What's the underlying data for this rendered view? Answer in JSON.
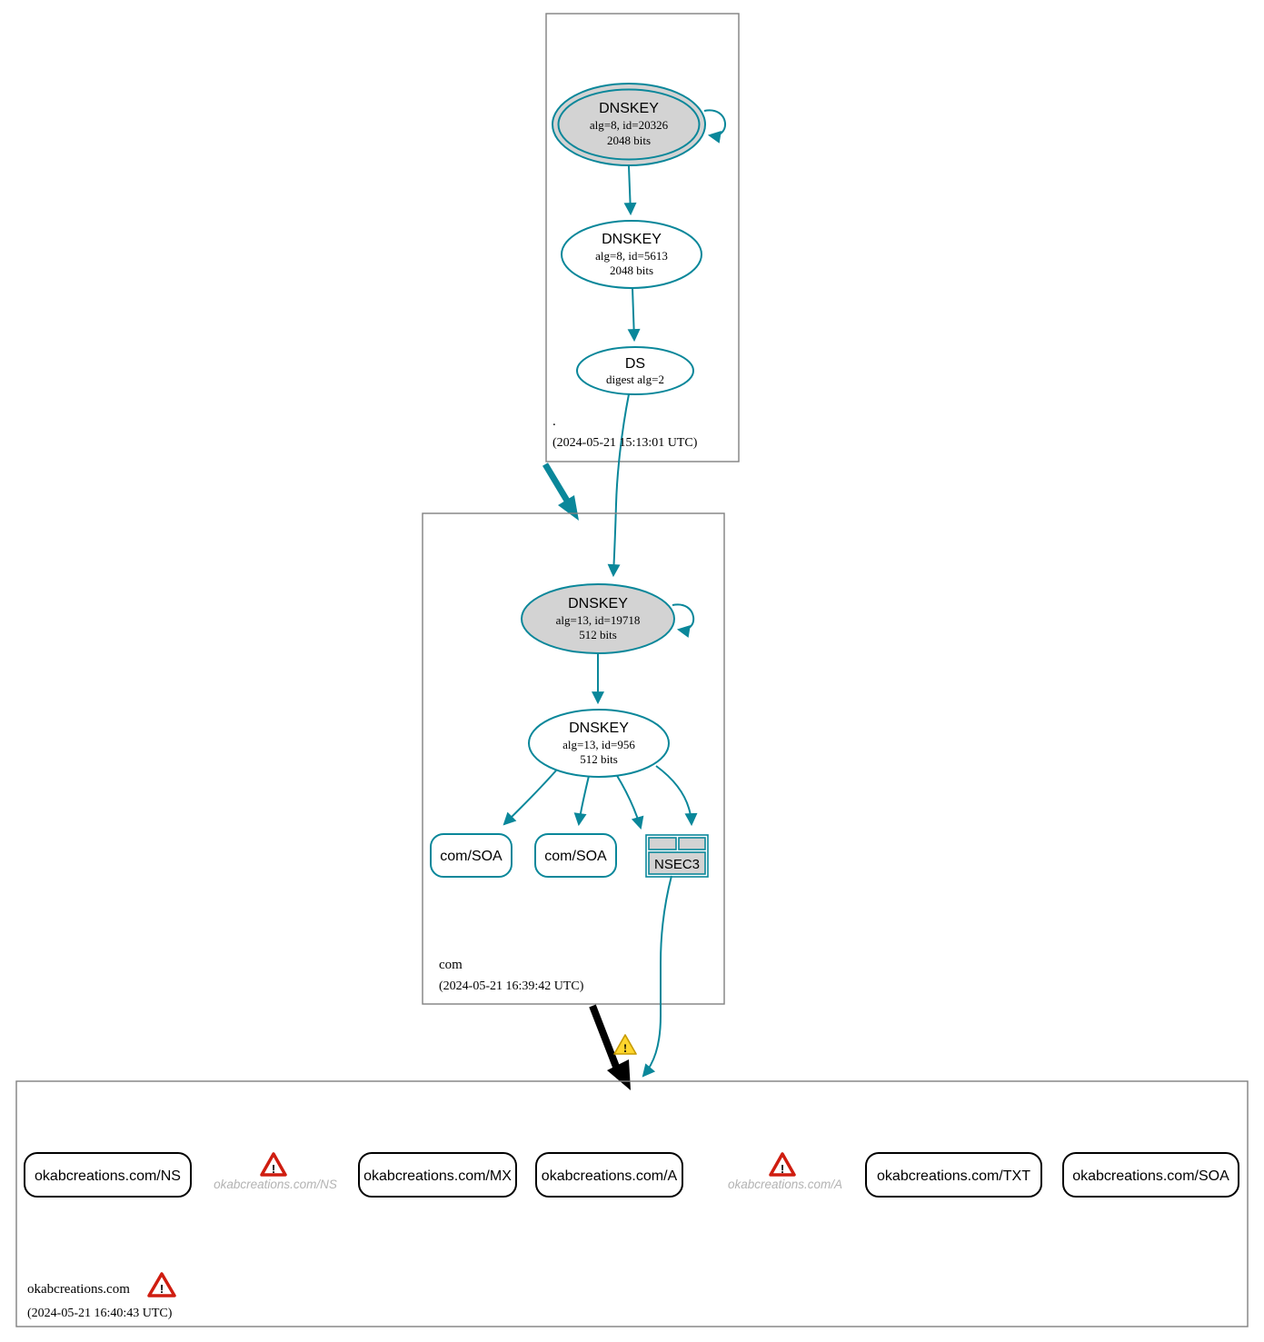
{
  "colors": {
    "secure_teal": "#0a879a",
    "node_fill_gray": "#d3d3d3",
    "zone_box_border": "#808080",
    "error_red": "#cf1d10",
    "warning_yellow": "#ffd62d",
    "faded_text_gray": "#b3b3b3"
  },
  "root_zone": {
    "name": ".",
    "timestamp": "(2024-05-21 15:13:01 UTC)",
    "ksk": {
      "label": "DNSKEY",
      "detail": "alg=8, id=20326",
      "size": "2048 bits"
    },
    "zsk": {
      "label": "DNSKEY",
      "detail": "alg=8, id=5613",
      "size": "2048 bits"
    },
    "ds": {
      "label": "DS",
      "detail": "digest alg=2"
    }
  },
  "com_zone": {
    "name": "com",
    "timestamp": "(2024-05-21 16:39:42 UTC)",
    "ksk": {
      "label": "DNSKEY",
      "detail": "alg=13, id=19718",
      "size": "512 bits"
    },
    "zsk": {
      "label": "DNSKEY",
      "detail": "alg=13, id=956",
      "size": "512 bits"
    },
    "soa1": {
      "label": "com/SOA"
    },
    "soa2": {
      "label": "com/SOA"
    },
    "nsec3": {
      "label": "NSEC3"
    }
  },
  "domain_zone": {
    "name": "okabcreations.com",
    "timestamp": "(2024-05-21 16:40:43 UTC)",
    "rrsets": [
      {
        "label": "okabcreations.com/NS"
      },
      {
        "label": "okabcreations.com/MX"
      },
      {
        "label": "okabcreations.com/A"
      },
      {
        "label": "okabcreations.com/TXT"
      },
      {
        "label": "okabcreations.com/SOA"
      }
    ],
    "errors": [
      {
        "label": "okabcreations.com/NS"
      },
      {
        "label": "okabcreations.com/A"
      }
    ],
    "icons": {
      "error": "exclamation-triangle-red",
      "warning": "exclamation-triangle-yellow",
      "bang": "!"
    }
  }
}
